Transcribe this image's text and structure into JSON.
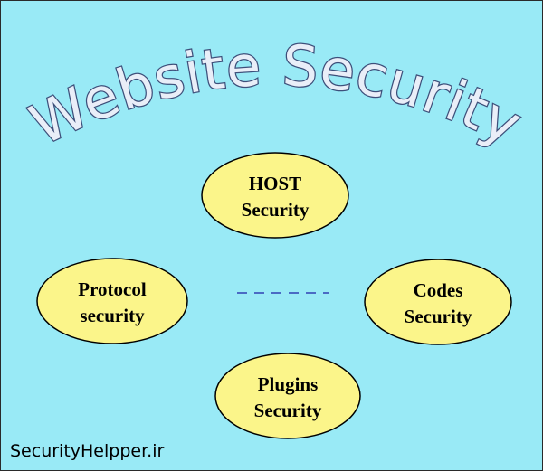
{
  "diagram": {
    "title": "Website Security",
    "nodes": [
      {
        "id": "host",
        "line1": "HOST",
        "line2": "Security"
      },
      {
        "id": "protocol",
        "line1": "Protocol",
        "line2": "security"
      },
      {
        "id": "codes",
        "line1": "Codes",
        "line2": "Security"
      },
      {
        "id": "plugins",
        "line1": "Plugins",
        "line2": "Security"
      }
    ],
    "footer": "SecurityHelpper.ir"
  },
  "colors": {
    "background": "#99eaf6",
    "ellipse_fill": "#fbf58a",
    "ellipse_stroke": "#000000",
    "title_fill": "#e9eef8",
    "title_stroke": "#3d4f7a",
    "dash": "#4a6bc4",
    "text": "#000000"
  }
}
